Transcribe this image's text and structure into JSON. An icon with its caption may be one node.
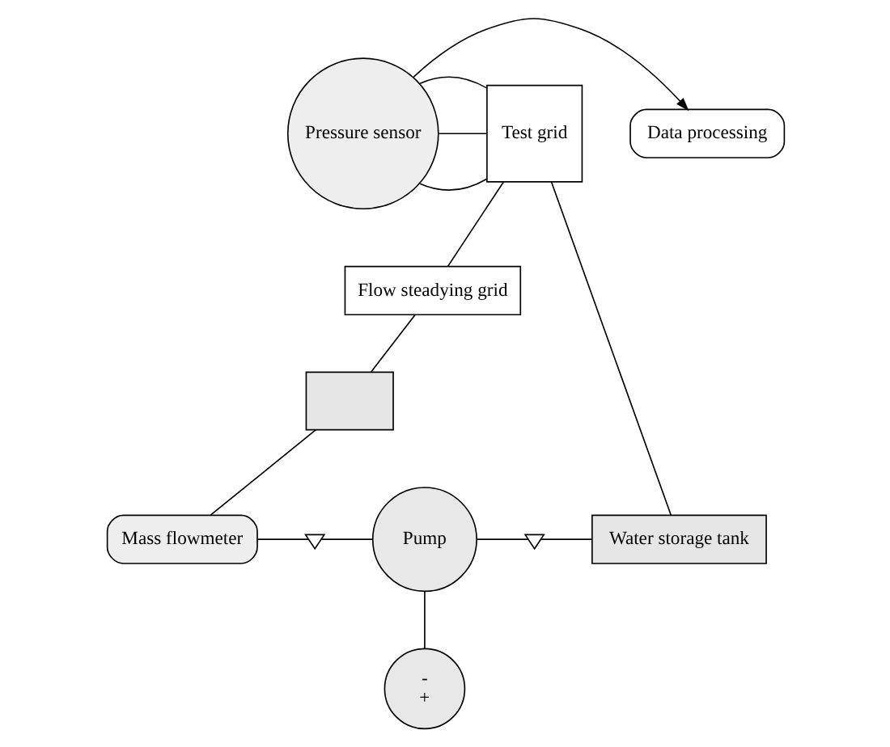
{
  "diagram": {
    "nodes": [
      {
        "text": [
          "Data processing"
        ]
      },
      {
        "text": [
          "Pressure sensor"
        ]
      },
      {
        "text": [
          "Test grid"
        ]
      },
      {
        "text": [
          "Flow steadying grid"
        ]
      },
      {
        "text": [],
        "shape": "box"
      },
      {
        "text": [
          "Mass flowmeter"
        ]
      },
      {
        "text": [],
        "shape": "valve"
      },
      {
        "text": [
          "Pump"
        ]
      },
      {
        "text": [],
        "shape": "valve"
      },
      {
        "text": [
          "Water storage tank"
        ]
      },
      {
        "text": [
          "-",
          "+"
        ]
      }
    ],
    "edges": [
      {
        "from": 1,
        "to": 0,
        "arrow": "to"
      },
      {
        "from": 1,
        "to": 2,
        "arrow": "none"
      },
      {
        "from": 1,
        "to": 2,
        "arrow": "none"
      },
      {
        "from": 1,
        "to": 2,
        "arrow": "none"
      },
      {
        "from": 2,
        "to": 3,
        "arrow": "none"
      },
      {
        "from": 3,
        "to": 4,
        "arrow": "none"
      },
      {
        "from": 4,
        "to": 5,
        "arrow": "none"
      },
      {
        "from": 5,
        "to": 6,
        "arrow": "none"
      },
      {
        "from": 6,
        "to": 7,
        "arrow": "none"
      },
      {
        "from": 7,
        "to": 8,
        "arrow": "none"
      },
      {
        "from": 8,
        "to": 9,
        "arrow": "none"
      },
      {
        "from": 9,
        "to": 2,
        "arrow": "none"
      },
      {
        "from": 7,
        "to": 10,
        "arrow": "none"
      }
    ]
  }
}
